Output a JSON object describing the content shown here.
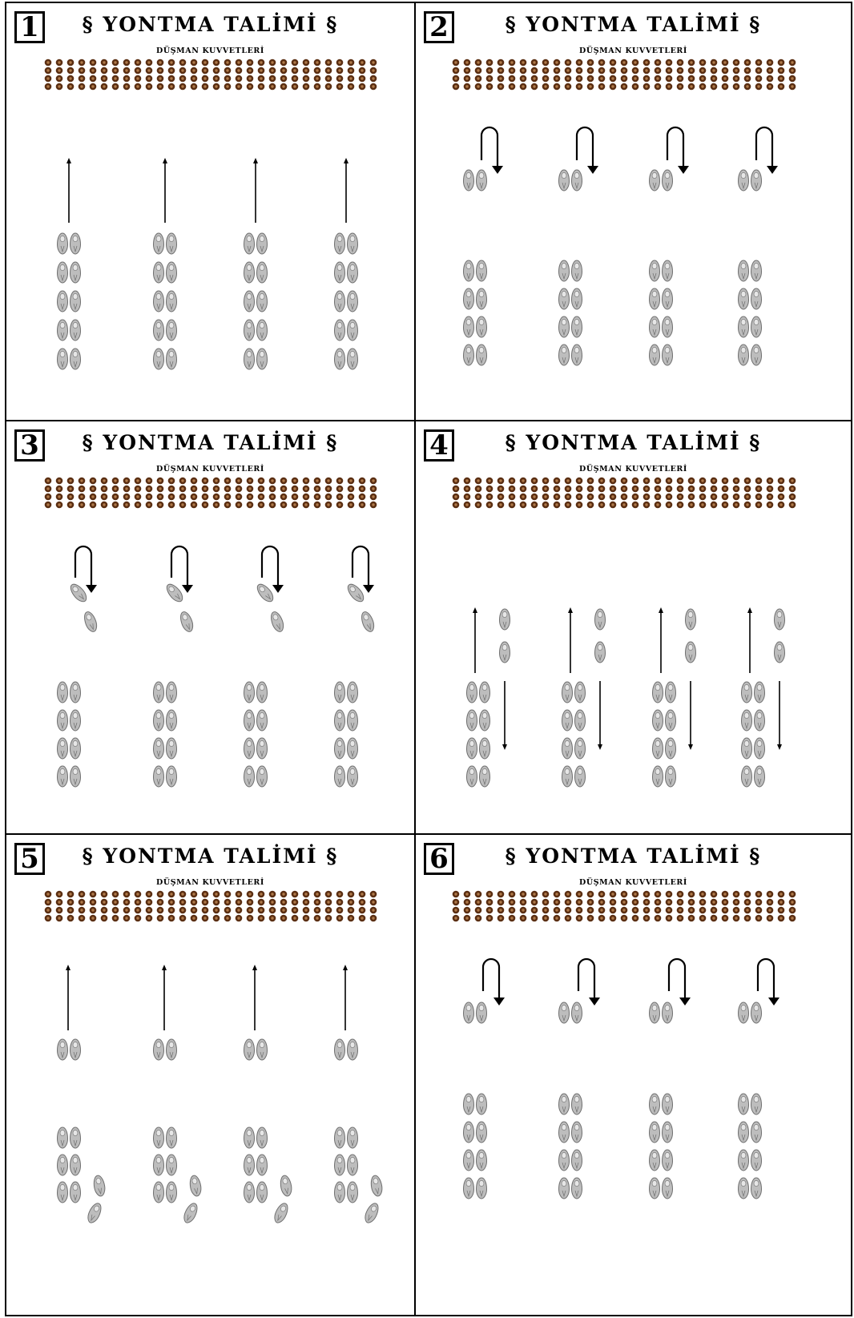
{
  "panels": [
    {
      "number": "1",
      "title": "§ YONTMA TALİMİ §",
      "subtitle": "DÜŞMAN KUVVETLERİ"
    },
    {
      "number": "2",
      "title": "§ YONTMA TALİMİ §",
      "subtitle": "DÜŞMAN KUVVETLERİ"
    },
    {
      "number": "3",
      "title": "§ YONTMA TALİMİ §",
      "subtitle": "DÜŞMAN KUVVETLERİ"
    },
    {
      "number": "4",
      "title": "§ YONTMA TALİMİ §",
      "subtitle": "DÜŞMAN KUVVETLERİ"
    },
    {
      "number": "5",
      "title": "§ YONTMA TALİMİ §",
      "subtitle": "DÜŞMAN KUVVETLERİ"
    },
    {
      "number": "6",
      "title": "§ YONTMA TALİMİ §",
      "subtitle": "DÜŞMAN KUVVETLERİ"
    }
  ],
  "colors": {
    "enemy_outer": "#5a2e12",
    "enemy_inner": "#b07a4a",
    "soldier_fill": "#bdbdbd",
    "soldier_edge": "#6f6f6f",
    "ink": "#000000"
  },
  "icons": [
    "enemy-soldier-icon",
    "soldier-icon",
    "advance-arrow-icon",
    "u-turn-arrow-icon"
  ]
}
